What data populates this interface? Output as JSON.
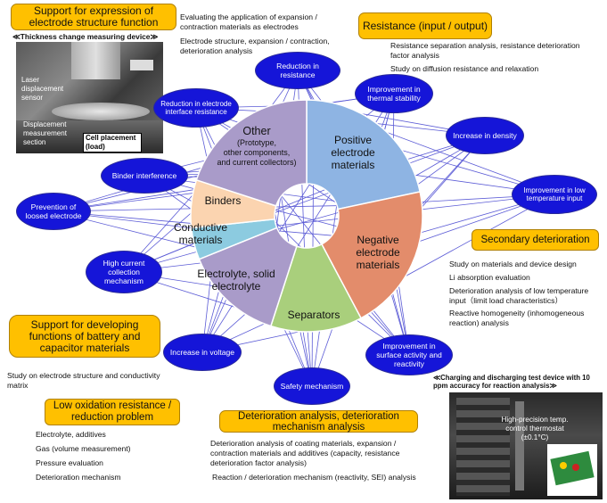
{
  "headers": {
    "electrode_support": "Support for expression of electrode structure function",
    "resistance": "Resistance (input / output)",
    "secondary_deterioration": "Secondary deterioration",
    "battery_support": "Support for developing functions of battery and capacitor materials",
    "low_oxidation": "Low oxidation resistance / reduction problem",
    "deterioration_analysis": "Deterioration analysis, deterioration mechanism analysis"
  },
  "notes": {
    "electrode_1": "Evaluating the application of expansion / contraction materials as electrodes",
    "electrode_2": "Electrode structure, expansion / contraction, deterioration analysis",
    "resistance_1": "Resistance separation analysis, resistance deterioration factor analysis",
    "resistance_2": "Study on diffusion resistance and relaxation",
    "secondary": [
      "Study on materials and device design",
      "Li absorption evaluation",
      "Deterioration analysis of low temperature input（limit load characteristics）",
      "Reactive homogeneity (inhomogeneous reaction) analysis"
    ],
    "battery_1": "Study on electrode structure and conductivity matrix",
    "low_oxidation": [
      "Electrolyte, additives",
      "Gas (volume measurement)",
      "Pressure evaluation",
      "Deterioration mechanism"
    ],
    "deterioration_1": "Deterioration analysis of coating materials, expansion / contraction materials and additives (capacity, resistance deterioration factor analysis)",
    "deterioration_2": "Reaction / deterioration mechanism (reactivity, SEI) analysis"
  },
  "photos": {
    "thickness_caption": "≪Thickness change measuring device≫",
    "laser_label": "Laser displacement sensor",
    "displacement_label": "Displacement measurement section",
    "cell_label": "Cell placement (load)",
    "charging_caption": "≪Charging and discharging test device with 10 ppm accuracy for reaction analysis≫",
    "thermostat_label": "High-precision temp. control thermostat (±0.1°C)"
  },
  "segments": {
    "other": "Other (Prototype, other components, and current collectors)",
    "positive": "Positive electrode materials",
    "negative": "Negative electrode materials",
    "separators": "Separators",
    "electrolyte": "Electrolyte, solid electrolyte",
    "conductive": "Conductive materials",
    "binders": "Binders"
  },
  "properties": {
    "reduction_resistance": "Reduction in resistance",
    "reduction_interface": "Reduction in electrode interface resistance",
    "thermal": "Improvement in thermal stability",
    "density": "Increase in density",
    "low_temp": "Improvement in low temperature input",
    "binder": "Binder interference",
    "loosed": "Prevention of loosed electrode",
    "current": "High current collection mechanism",
    "voltage": "Increase in voltage",
    "safety": "Safety mechanism",
    "surface": "Improvement in surface activity and reactivity"
  },
  "colors": {
    "positive": "#8eb4e3",
    "negative": "#e38c6b",
    "separators": "#a9cf7c",
    "electrolyte": "#a99bc9",
    "conductive": "#8ccbe0",
    "binders": "#fbd4b0",
    "other": "#a99bc9",
    "ellipse": "#1515d8",
    "header": "#ffc000"
  }
}
